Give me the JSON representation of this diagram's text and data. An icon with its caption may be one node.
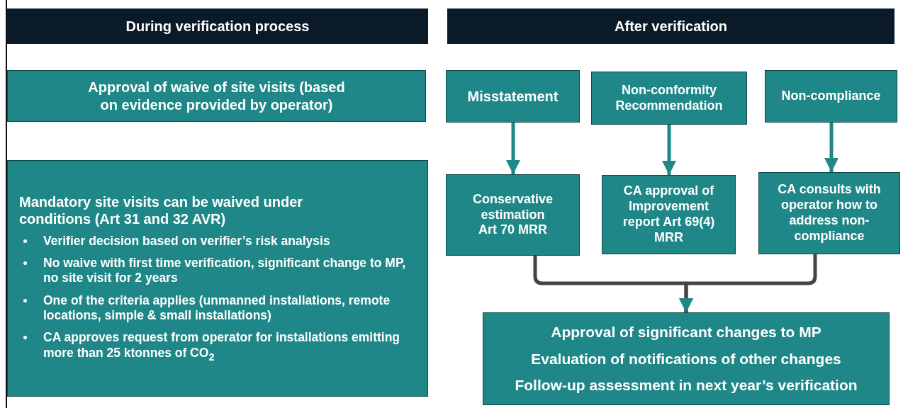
{
  "diagram": {
    "nodes": [
      {
        "text": [
          "During verification process"
        ]
      },
      {
        "text": [
          "After verification"
        ]
      },
      {
        "text": [
          "Approval of waive of site visits (based on evidence provided by operator)"
        ]
      },
      {
        "text": [
          "Mandatory site visits can be waived under conditions (Art 31 and 32 AVR)",
          "Verifier decision based on verifier’s risk analysis",
          "No waive with first time verification, significant change to MP,  no site visit for 2 years",
          "One of the criteria applies (unmanned installations, remote locations, simple & small installations)",
          "CA approves request from operator for installations emitting more than 25 ktonnes of CO$_{2}$"
        ]
      },
      {
        "text": [
          "Misstatement"
        ]
      },
      {
        "text": [
          "Non-conformity Recommendation"
        ]
      },
      {
        "text": [
          "Non-compliance"
        ]
      },
      {
        "text": [
          "Conservative estimation Art 70 MRR"
        ]
      },
      {
        "text": [
          "CA approval of Improvement report Art 69(4) MRR"
        ]
      },
      {
        "text": [
          "CA consults with operator how to address non-compliance"
        ]
      },
      {
        "text": [
          "Approval of significant changes to MP",
          "Evaluation of notifications of other changes",
          "Follow-up assessment in next year’s verification"
        ]
      }
    ],
    "edges": [
      {
        "from": 4,
        "to": 7,
        "arrow": "to"
      },
      {
        "from": 5,
        "to": 8,
        "arrow": "to"
      },
      {
        "from": 6,
        "to": 9,
        "arrow": "to"
      },
      {
        "from": 7,
        "to": 10,
        "arrow": "to",
        "color": "#444444"
      },
      {
        "from": 9,
        "to": 10,
        "arrow": "to",
        "color": "#444444"
      }
    ]
  }
}
